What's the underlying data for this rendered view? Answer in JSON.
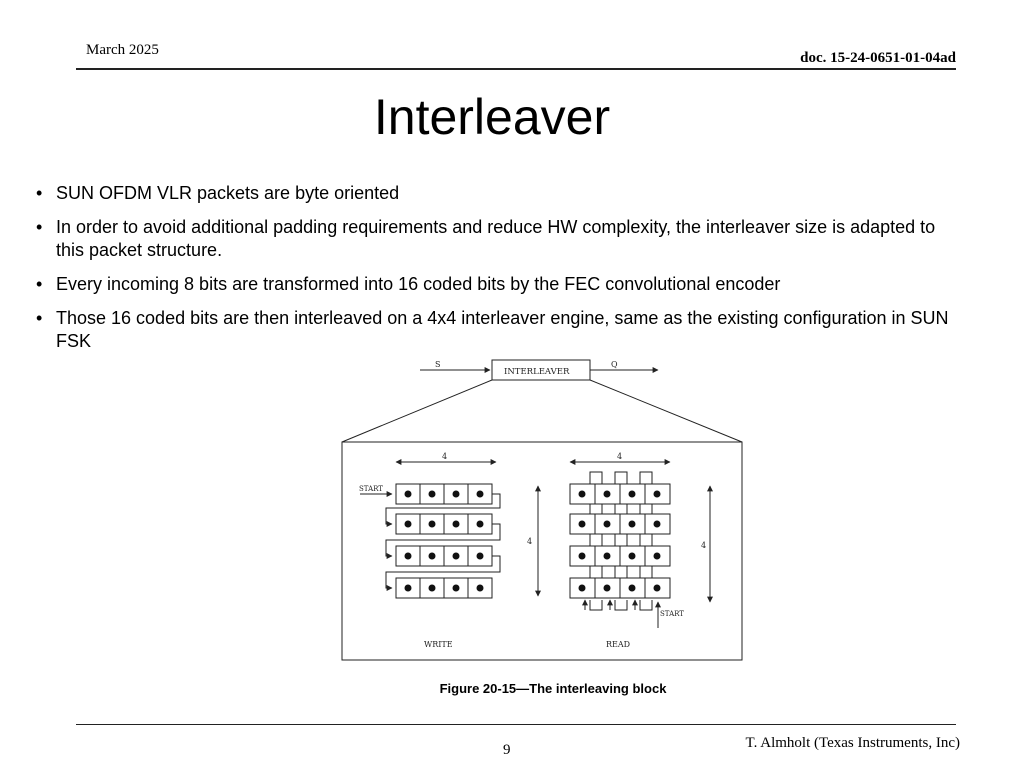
{
  "header": {
    "date": "March 2025",
    "doc_id": "doc. 15-24-0651-01-04ad"
  },
  "slide": {
    "title": "Interleaver",
    "bullets": [
      "SUN OFDM VLR packets are byte oriented",
      "In order to avoid additional padding requirements and reduce HW complexity, the interleaver size is adapted to this packet structure.",
      "Every incoming 8 bits are transformed into 16 coded bits by the FEC convolutional encoder",
      "Those 16 coded bits are then interleaved on a 4x4 interleaver engine, same as the existing configuration in SUN FSK"
    ],
    "bullet_glyph": "•"
  },
  "figure": {
    "block_label": "INTERLEAVER",
    "input_label": "S",
    "output_label": "Q",
    "width_label": "4",
    "height_label": "4",
    "start_label": "START",
    "write_label": "WRITE",
    "read_label": "READ",
    "caption": "Figure 20-15—The interleaving block"
  },
  "footer": {
    "page_number": "9",
    "author": "T. Almholt (Texas Instruments, Inc)"
  }
}
